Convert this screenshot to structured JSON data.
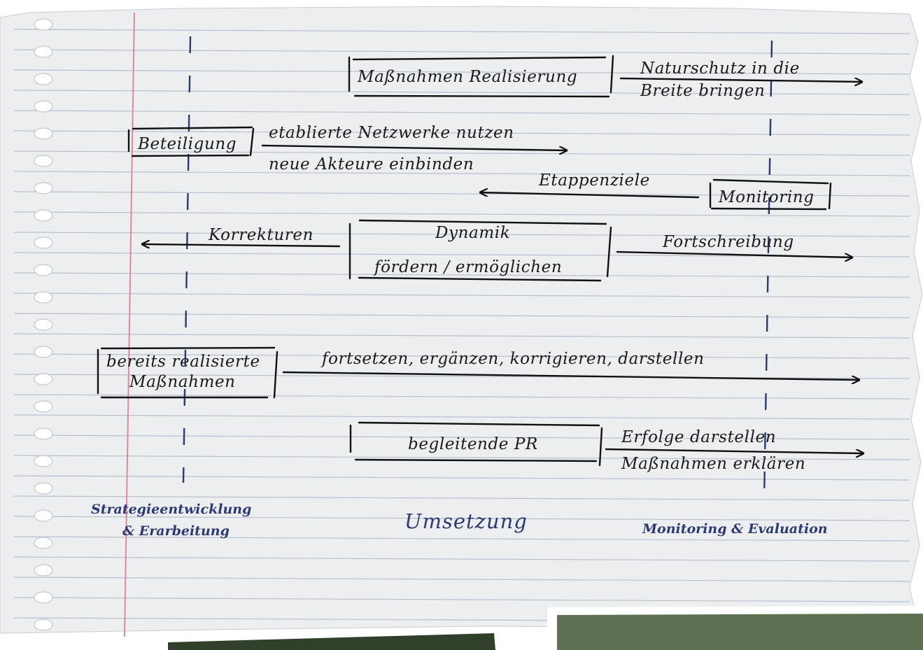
{
  "phases": {
    "strategy_line1": "Strategieentwicklung",
    "strategy_line2": "& Erarbeitung",
    "implementation": "Umsetzung",
    "monitoring": "Monitoring & Evaluation"
  },
  "boxes": {
    "massnahmen_realisierung": "Maßnahmen  Realisierung",
    "beteiligung": "Beteiligung",
    "monitoring": "Monitoring",
    "dynamik_line1": "Dynamik",
    "dynamik_line2": "fördern / ermöglichen",
    "bereits_line1": "bereits realisierte",
    "bereits_line2": "Maßnahmen",
    "begleitende_pr": "begleitende PR"
  },
  "arrows": {
    "naturschutz_line1": "Naturschutz in die",
    "naturschutz_line2": "Breite bringen",
    "netzwerke_line1": "etablierte Netzwerke nutzen",
    "netzwerke_line2": "neue Akteure einbinden",
    "etappenziele": "Etappenziele",
    "korrekturen": "Korrekturen",
    "fortschreibung": "Fortschreibung",
    "fortsetzen": "fortsetzen, ergänzen, korrigieren, darstellen",
    "erfolge_line1": "Erfolge darstellen",
    "erfolge_line2": "Maßnahmen erklären"
  },
  "colors": {
    "paper": "#eceeef",
    "ink": "#1a1a1a",
    "phase_ink": "#2c3a72",
    "margin_line": "#d98b9a",
    "ruled_line": "#b9c0cc"
  }
}
